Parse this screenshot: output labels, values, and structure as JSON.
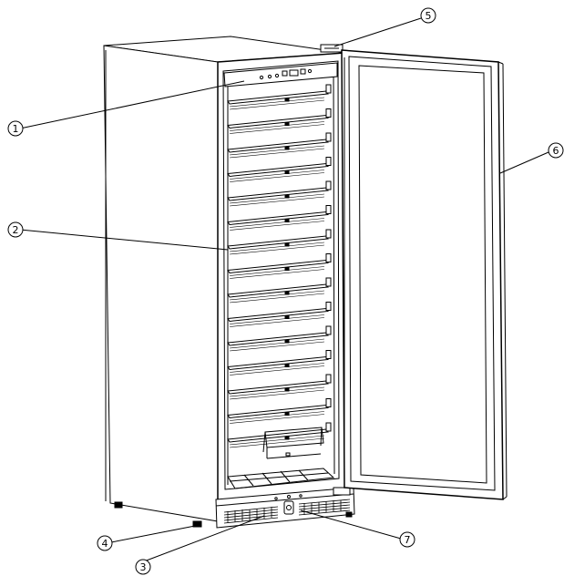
{
  "callouts": [
    {
      "id": "1",
      "label": "1"
    },
    {
      "id": "2",
      "label": "2"
    },
    {
      "id": "3",
      "label": "3"
    },
    {
      "id": "4",
      "label": "4"
    },
    {
      "id": "5",
      "label": "5"
    },
    {
      "id": "6",
      "label": "6"
    },
    {
      "id": "7",
      "label": "7"
    }
  ],
  "shelves": {
    "count": 15
  },
  "colors": {
    "line": "#000000",
    "background": "#ffffff",
    "shade": "#dddddd"
  }
}
